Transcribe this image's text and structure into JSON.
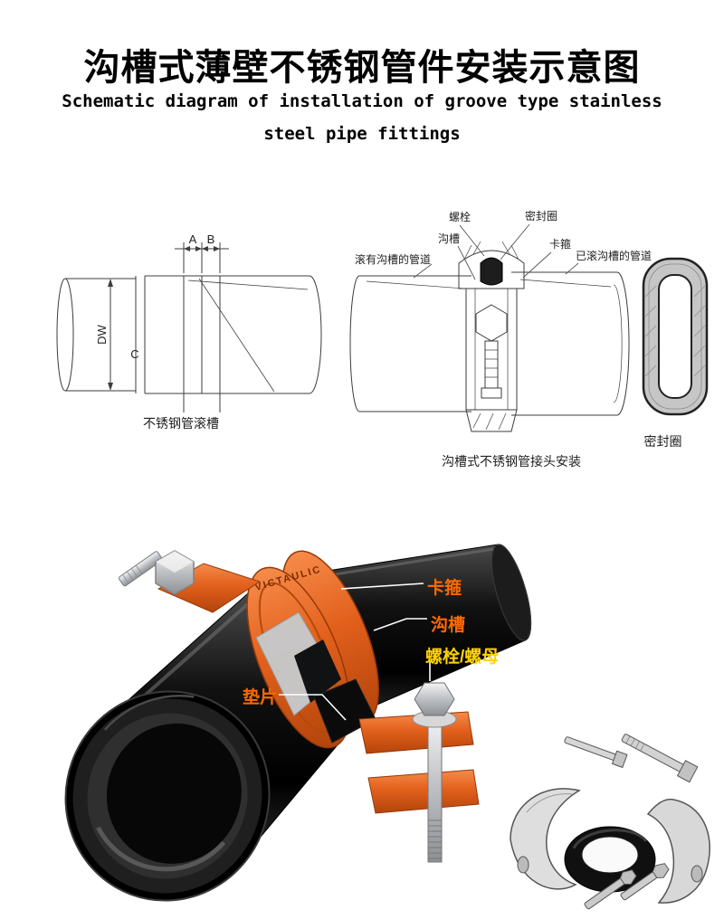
{
  "page": {
    "title": "沟槽式薄壁不锈钢管件安装示意图",
    "subtitle_line1": "Schematic diagram of installation of groove type stainless",
    "subtitle_line2": "steel pipe fittings"
  },
  "groove_drawing": {
    "dim_a": "A",
    "dim_b": "B",
    "dim_dw": "DW",
    "dim_c": "C",
    "caption": "不锈钢管滚槽"
  },
  "joint_drawing": {
    "label_bolt": "螺栓",
    "label_seal_ring": "密封圈",
    "label_groove": "沟槽",
    "label_clamp": "卡箍",
    "label_pipe_left": "滚有沟槽的管道",
    "label_pipe_right": "已滚沟槽的管道",
    "caption": "沟槽式不锈钢管接头安装"
  },
  "seal_drawing": {
    "caption": "密封圈"
  },
  "render": {
    "brand": "VICTAULIC",
    "label_clamp": "卡箍",
    "label_groove": "沟槽",
    "label_bolt_nut": "螺栓/螺母",
    "label_gasket": "垫片"
  },
  "colors": {
    "coupling_orange": "#e2601c",
    "label_orange": "#ff6a00",
    "label_yellow": "#ffd400"
  }
}
